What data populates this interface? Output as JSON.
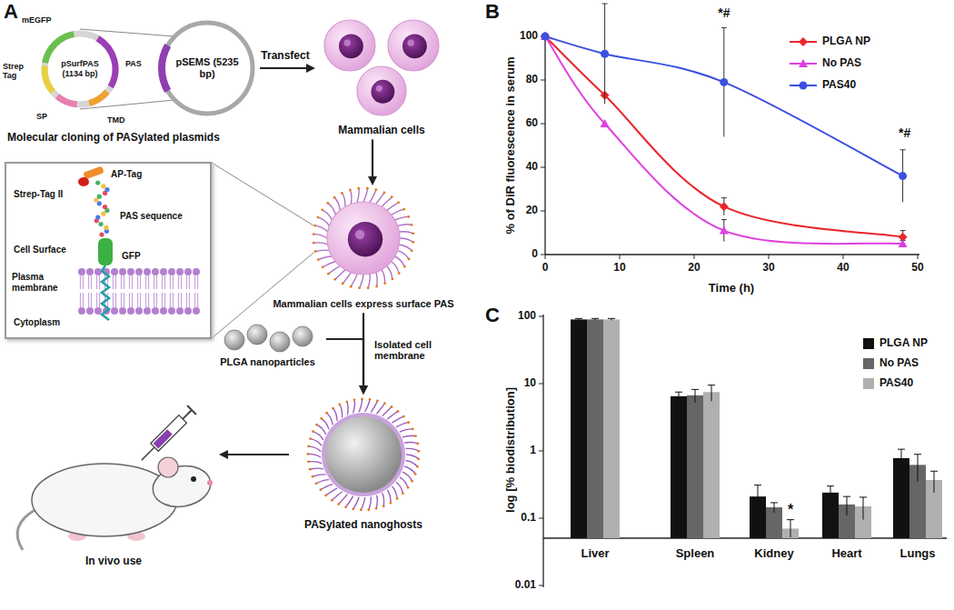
{
  "diagram": {
    "nodes": [
      {
        "text": [
          "pSurfPAS (1134 bp)"
        ]
      },
      {
        "text": [
          "pSEMS (5235 bp)"
        ]
      },
      {
        "text": [
          "Mammalian cells"
        ]
      },
      {
        "text": [
          "AP-Tag",
          "Strep-Tag II",
          "PAS sequence",
          "Cell Surface",
          "GFP",
          "Plasma membrane",
          "Cytoplasm"
        ]
      },
      {
        "text": [
          "Mammalian cells express surface PAS"
        ]
      },
      {
        "text": [
          "PLGA nanoparticles"
        ]
      },
      {
        "text": [
          "PASylated nanoghosts"
        ]
      },
      {
        "text": [
          "In vivo use"
        ]
      }
    ],
    "edges": [
      {
        "from": 0,
        "to": 1,
        "arrow": "none"
      },
      {
        "from": 1,
        "to": 2,
        "label": "Transfect",
        "arrow": "to"
      },
      {
        "from": 2,
        "to": 4,
        "arrow": "to"
      },
      {
        "from": 3,
        "to": 4,
        "arrow": "none"
      },
      {
        "from": 4,
        "to": 6,
        "label": "Isolated cell membrane",
        "arrow": "to"
      },
      {
        "from": 5,
        "to": 6,
        "arrow": "to"
      },
      {
        "from": 6,
        "to": 7,
        "arrow": "to"
      }
    ],
    "labels": [
      "A",
      "mEGFP",
      "PAS",
      "Strep Tag",
      "SP",
      "TMD",
      "Molecular cloning of PASylated plasmids",
      "B",
      "% of DiR fluorescence in serum",
      "Time (h)",
      "0",
      "20",
      "40",
      "60",
      "80",
      "100",
      "0",
      "10",
      "20",
      "30",
      "40",
      "50",
      "*#",
      "*#",
      "C",
      "log [% biodistribution]",
      "100",
      "10",
      "1",
      "0.1",
      "0.01",
      "Liver",
      "Spleen",
      "Kidney",
      "Heart",
      "Lungs",
      "*"
    ],
    "legend": [
      {
        "text": "PLGA NP"
      },
      {
        "text": "No PAS"
      },
      {
        "text": "PAS40"
      },
      {
        "text": "PLGA NP",
        "color": "#111111"
      },
      {
        "text": "No PAS",
        "color": "#666666"
      },
      {
        "text": "PAS40",
        "color": "#b0b0b0"
      }
    ]
  }
}
